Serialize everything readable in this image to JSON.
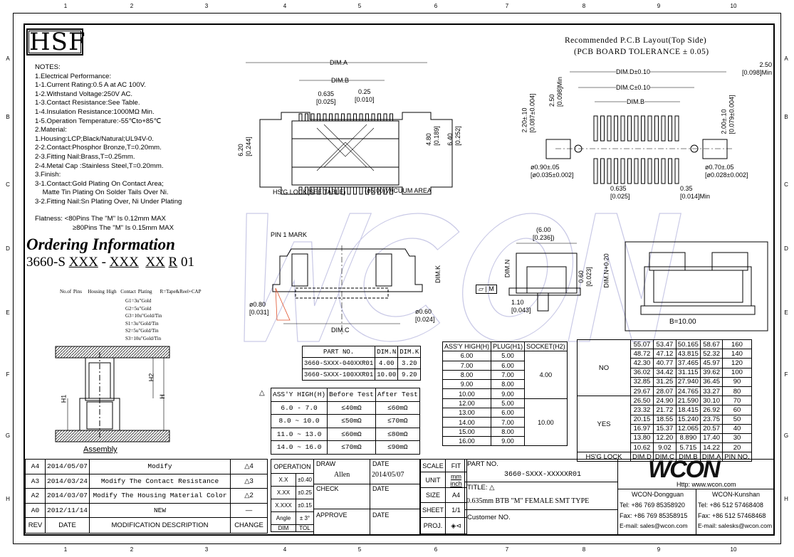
{
  "grid": {
    "columns": [
      "1",
      "2",
      "3",
      "4",
      "5",
      "6",
      "7",
      "8",
      "9",
      "10"
    ],
    "rows": [
      "A",
      "B",
      "C",
      "D",
      "E",
      "F",
      "G",
      "H"
    ]
  },
  "logo": "HSF",
  "watermark": "WCON",
  "notes": [
    "NOTES:",
    "1.Electrical Performance:",
    "1-1.Current Rating:0.5 A at AC 100V.",
    "1-2.Withstand Voltage:250V AC.",
    "1-3.Contact Resistance:See Table.",
    "1-4.Insulation Resistance:1000MΩ Min.",
    "1-5.Operation Temperature:-55℃to+85℃",
    "2.Material:",
    "1.Housing:LCP;Black/Natural;UL94V-0.",
    "2-2.Contact:Phosphor Bronze,T=0.20mm.",
    "2-3.Fitting Nail:Brass,T=0.25mm.",
    "2-4.Metal Cap :Stainless Steel,T=0.20mm.",
    "3.Finish:",
    "3-1.Contact:Gold Plating On Contact Area;",
    "    Matte Tin Plating On Solder Tails Over Ni.",
    "3-2.Fitting Nail:Sn Plating Over, Ni Under Plating"
  ],
  "flatness": [
    "Flatness: <80Pins The \"M\" Is 0.12mm MAX",
    "≥80Pins The \"M\" Is 0.15mm MAX"
  ],
  "ordering": {
    "title": "Ordering Information",
    "prefix": "3660-S",
    "f1": "XXX",
    "dash": "-",
    "f2": "XXX",
    "f3": "XX",
    "f4": "R",
    "suffix": "01",
    "labels": [
      "No.of Pins",
      "Housing High",
      "Contact Plating",
      "R=Tape&Reel+CAP"
    ],
    "plating": [
      "G1=3u\"Gold",
      "G2=5u\"Gold",
      "G3=10u\"Gold/Tin",
      "S1=3u\"Gold/Tin",
      "S2=5u\"Gold/Tin",
      "S3=10u\"Gold/Tin"
    ]
  },
  "assembly": {
    "label": "Assembly",
    "h1": "H1",
    "h2": "H2",
    "h": "H"
  },
  "top_view": {
    "dim_a": "DIM.A",
    "dim_b": "DIM.B",
    "pitch": "0.635",
    "pitch_in": "[0.025]",
    "width": "0.25",
    "width_in": "[0.010]",
    "h620": "6.20",
    "h620_in": "[0.244]",
    "h480": "4.80",
    "h480_in": "[0.189]",
    "h640": "6.40",
    "h640_in": "[0.252]",
    "lock": "HS'G LOCK(SEE TABLE)",
    "vacuum": "(ø5.00)VACUUM AREA"
  },
  "side_view": {
    "pin1": "PIN 1 MARK",
    "dim_k": "DIM.K",
    "dim_c": "DIM.C",
    "d080": "ø0.80",
    "d080_in": "[0.031]",
    "d060": "ø0.60",
    "d060_in": "[0.024]"
  },
  "end_view": {
    "w": "(6.00",
    "w_in": "[0.236])",
    "dim_n": "DIM.N",
    "h060": "0.60",
    "h060_in": "[0.023]",
    "dim_n2": "DIM.N+0.20",
    "d110": "1.10",
    "d110_in": "[0.043]",
    "flat": "M"
  },
  "socket_view": {
    "b": "B=10.00"
  },
  "pcb": {
    "title": "Recommended P.C.B Layout(Top Side)",
    "subtitle": "(PCB BOARD TOLERANCE ± 0.05)",
    "dim_d": "DIM.D±0.10",
    "dim_c": "DIM.C±0.10",
    "dim_b": "DIM.B",
    "w250": "2.50",
    "w250_in": "[0.098]Min",
    "v250": "2.50",
    "v250_in": "[0.098]Min",
    "v220": "2.20±.10",
    "v220_in": "[0.087±0.004]",
    "v200": "2.00±.10",
    "v200_in": "[0.079±0.004]",
    "h090": "ø0.90±.05",
    "h090_in": "[ø0.035±0.002]",
    "h070": "ø0.70±.05",
    "h070_in": "[ø0.028±0.002]",
    "p0635": "0.635",
    "p0635_in": "[0.025]",
    "w035": "0.35",
    "w035_in": "[0.014]Min"
  },
  "dim_nk_table": {
    "headers": [
      "PART NO.",
      "DIM.N",
      "DIM.K"
    ],
    "rows": [
      [
        "3660-SXXX-040XXR01",
        "4.00",
        "3.20"
      ],
      [
        "3660-SXXX-100XXR01",
        "10.00",
        "9.20"
      ]
    ]
  },
  "resistance_table": {
    "headers": [
      "ASS'Y HIGH(H)",
      "Before Test",
      "After Test"
    ],
    "rows": [
      [
        "6.0 - 7.0",
        "≤40mΩ",
        "≤60mΩ"
      ],
      [
        "8.0 ~ 10.0",
        "≤50mΩ",
        "≤70mΩ"
      ],
      [
        "11.0 ~ 13.0",
        "≤60mΩ",
        "≤80mΩ"
      ],
      [
        "14.0 ~ 16.0",
        "≤70mΩ",
        "≤90mΩ"
      ]
    ]
  },
  "height_table": {
    "headers": [
      "ASS'Y HIGH(H)",
      "PLUG(H1)",
      "SOCKET(H2)"
    ],
    "groups": [
      {
        "socket": "4.00",
        "rows": [
          [
            "6.00",
            "5.00"
          ],
          [
            "7.00",
            "6.00"
          ],
          [
            "8.00",
            "7.00"
          ],
          [
            "9.00",
            "8.00"
          ],
          [
            "10.00",
            "9.00"
          ]
        ]
      },
      {
        "socket": "10.00",
        "rows": [
          [
            "12.00",
            "5.00"
          ],
          [
            "13.00",
            "6.00"
          ],
          [
            "14.00",
            "7.00"
          ],
          [
            "15.00",
            "8.00"
          ],
          [
            "16.00",
            "9.00"
          ]
        ]
      }
    ]
  },
  "dim_table": {
    "headers": [
      "HS'G LOCK",
      "DIM.D",
      "DIM.C",
      "DIM.B",
      "DIM.A",
      "PIN NO."
    ],
    "groups": [
      {
        "lock": "NO",
        "rows": [
          [
            "55.07",
            "53.47",
            "50.165",
            "58.67",
            "160"
          ],
          [
            "48.72",
            "47.12",
            "43.815",
            "52.32",
            "140"
          ],
          [
            "42.30",
            "40.77",
            "37.465",
            "45.97",
            "120"
          ],
          [
            "36.02",
            "34.42",
            "31.115",
            "39.62",
            "100"
          ],
          [
            "32.85",
            "31.25",
            "27.940",
            "36.45",
            "90"
          ],
          [
            "29.67",
            "28.07",
            "24.765",
            "33.27",
            "80"
          ]
        ]
      },
      {
        "lock": "YES",
        "rows": [
          [
            "26.50",
            "24.90",
            "21.590",
            "30.10",
            "70"
          ],
          [
            "23.32",
            "21.72",
            "18.415",
            "26.92",
            "60"
          ],
          [
            "20.15",
            "18.55",
            "15.240",
            "23.75",
            "50"
          ],
          [
            "16.97",
            "15.37",
            "12.065",
            "20.57",
            "40"
          ],
          [
            "13.80",
            "12.20",
            "8.890",
            "17.40",
            "30"
          ],
          [
            "10.62",
            "9.02",
            "5.715",
            "14.22",
            "20"
          ]
        ]
      }
    ]
  },
  "revisions": {
    "headers": [
      "REV",
      "DATE",
      "MODIFICATION DESCRIPTION",
      "CHANGE"
    ],
    "rows": [
      [
        "A4",
        "2014/05/07",
        "Modify",
        "4"
      ],
      [
        "A3",
        "2014/03/24",
        "Modify The Contact Resistance",
        "3"
      ],
      [
        "A2",
        "2014/03/07",
        "Modify The Housing Material Color",
        "2"
      ],
      [
        "A0",
        "2012/11/14",
        "NEW",
        ""
      ]
    ]
  },
  "tolerance": {
    "title": "OPERATION",
    "rows": [
      [
        "X.X",
        "±0.40"
      ],
      [
        "X.XX",
        "±0.25"
      ],
      [
        "X.XXX",
        "±0.15"
      ],
      [
        "Angle",
        "± 3°"
      ]
    ],
    "footer": [
      "DIM",
      "TOL"
    ]
  },
  "approvals": {
    "draw": "DRAW",
    "drawer": "Allen",
    "date": "DATE",
    "draw_date": "2014/05/07",
    "check": "CHECK",
    "approve": "APPROVE"
  },
  "title_block": {
    "scale_l": "SCALE",
    "scale": "FIT",
    "unit_l": "UNIT",
    "unit1": "mm",
    "unit2": "inch",
    "size_l": "SIZE",
    "size": "A4",
    "sheet_l": "SHEET",
    "sheet": "1/1",
    "proj_l": "PROJ.",
    "part_l": "PART NO.",
    "part": "3660-SXXX-XXXXXR01",
    "title_l": "TITLE:",
    "title": "0.635mm BTB \"M\" FEMALE SMT TYPE",
    "customer": "Customer NO."
  },
  "company": {
    "name": "WCON",
    "url": "Http: www.wcon.com",
    "offices": [
      {
        "name": "WCON-Dongguan",
        "tel": "Tel: +86 769 85358920",
        "fax": "Fax: +86 769 85358915",
        "email": "E-mail: sales@wcon.com"
      },
      {
        "name": "WCON-Kunshan",
        "tel": "Tel: +86 512 57468408",
        "fax": "Fax: +86 512 57468468",
        "email": "E-mail: salesks@wcon.com"
      }
    ]
  },
  "colors": {
    "line": "#000000",
    "watermark": "#c9c9e6",
    "accent": "#e0502a"
  }
}
